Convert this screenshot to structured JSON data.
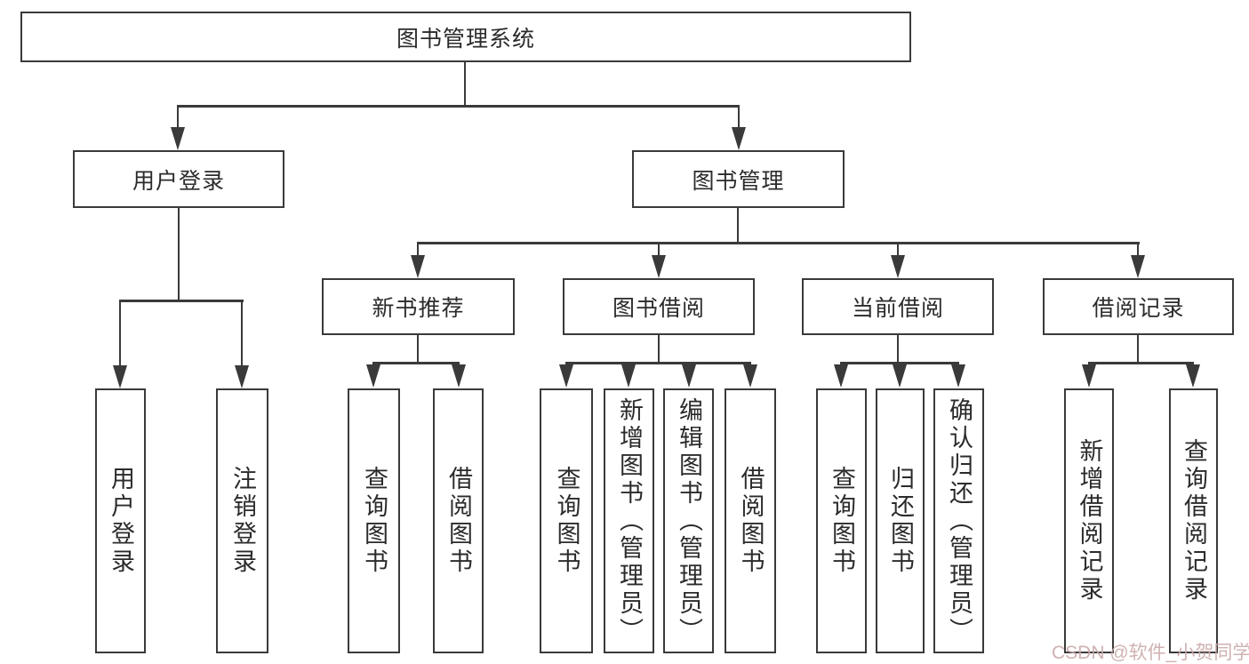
{
  "diagram": {
    "root": {
      "label": "图书管理系统"
    },
    "level2": {
      "user_login": {
        "label": "用户登录"
      },
      "book_mgmt": {
        "label": "图书管理"
      }
    },
    "level3": {
      "new_book": {
        "label": "新书推荐"
      },
      "book_borrow": {
        "label": "图书借阅"
      },
      "current_borrow": {
        "label": "当前借阅"
      },
      "borrow_record": {
        "label": "借阅记录"
      }
    },
    "leaves": {
      "login": {
        "label": "用户登录"
      },
      "logout": {
        "label": "注销登录"
      },
      "nb_query": {
        "label": "查询图书"
      },
      "nb_borrow": {
        "label": "借阅图书"
      },
      "bb_query": {
        "label": "查询图书"
      },
      "bb_add": {
        "label": "新增图书（管理员）"
      },
      "bb_edit": {
        "label": "编辑图书（管理员）"
      },
      "bb_borrow": {
        "label": "借阅图书"
      },
      "cb_query": {
        "label": "查询图书"
      },
      "cb_return": {
        "label": "归还图书"
      },
      "cb_confirm": {
        "label": "确认归还（管理员）"
      },
      "br_add": {
        "label": "新增借阅记录"
      },
      "br_query": {
        "label": "查询借阅记录"
      }
    },
    "watermark": "CSDN @软件_小贺同学"
  }
}
